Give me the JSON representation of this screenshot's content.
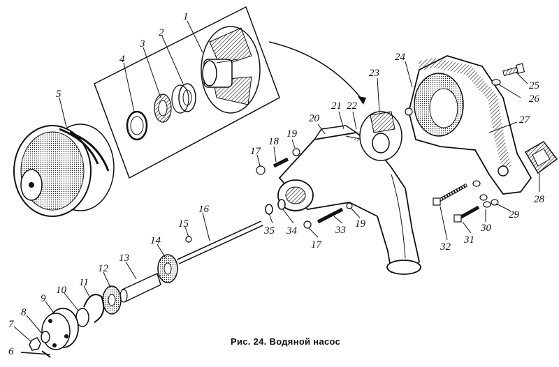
{
  "caption": "Рис. 24. Водяной насос",
  "callouts": [
    "1",
    "2",
    "3",
    "4",
    "5",
    "6",
    "7",
    "8",
    "9",
    "10",
    "11",
    "12",
    "13",
    "14",
    "15",
    "16",
    "17",
    "18",
    "19",
    "20",
    "21",
    "22",
    "23",
    "24",
    "25",
    "26",
    "27",
    "28",
    "29",
    "30",
    "31",
    "32",
    "33",
    "34",
    "35",
    "17",
    "19"
  ],
  "colors": {
    "ink": "#111111",
    "paper": "#ffffff"
  }
}
